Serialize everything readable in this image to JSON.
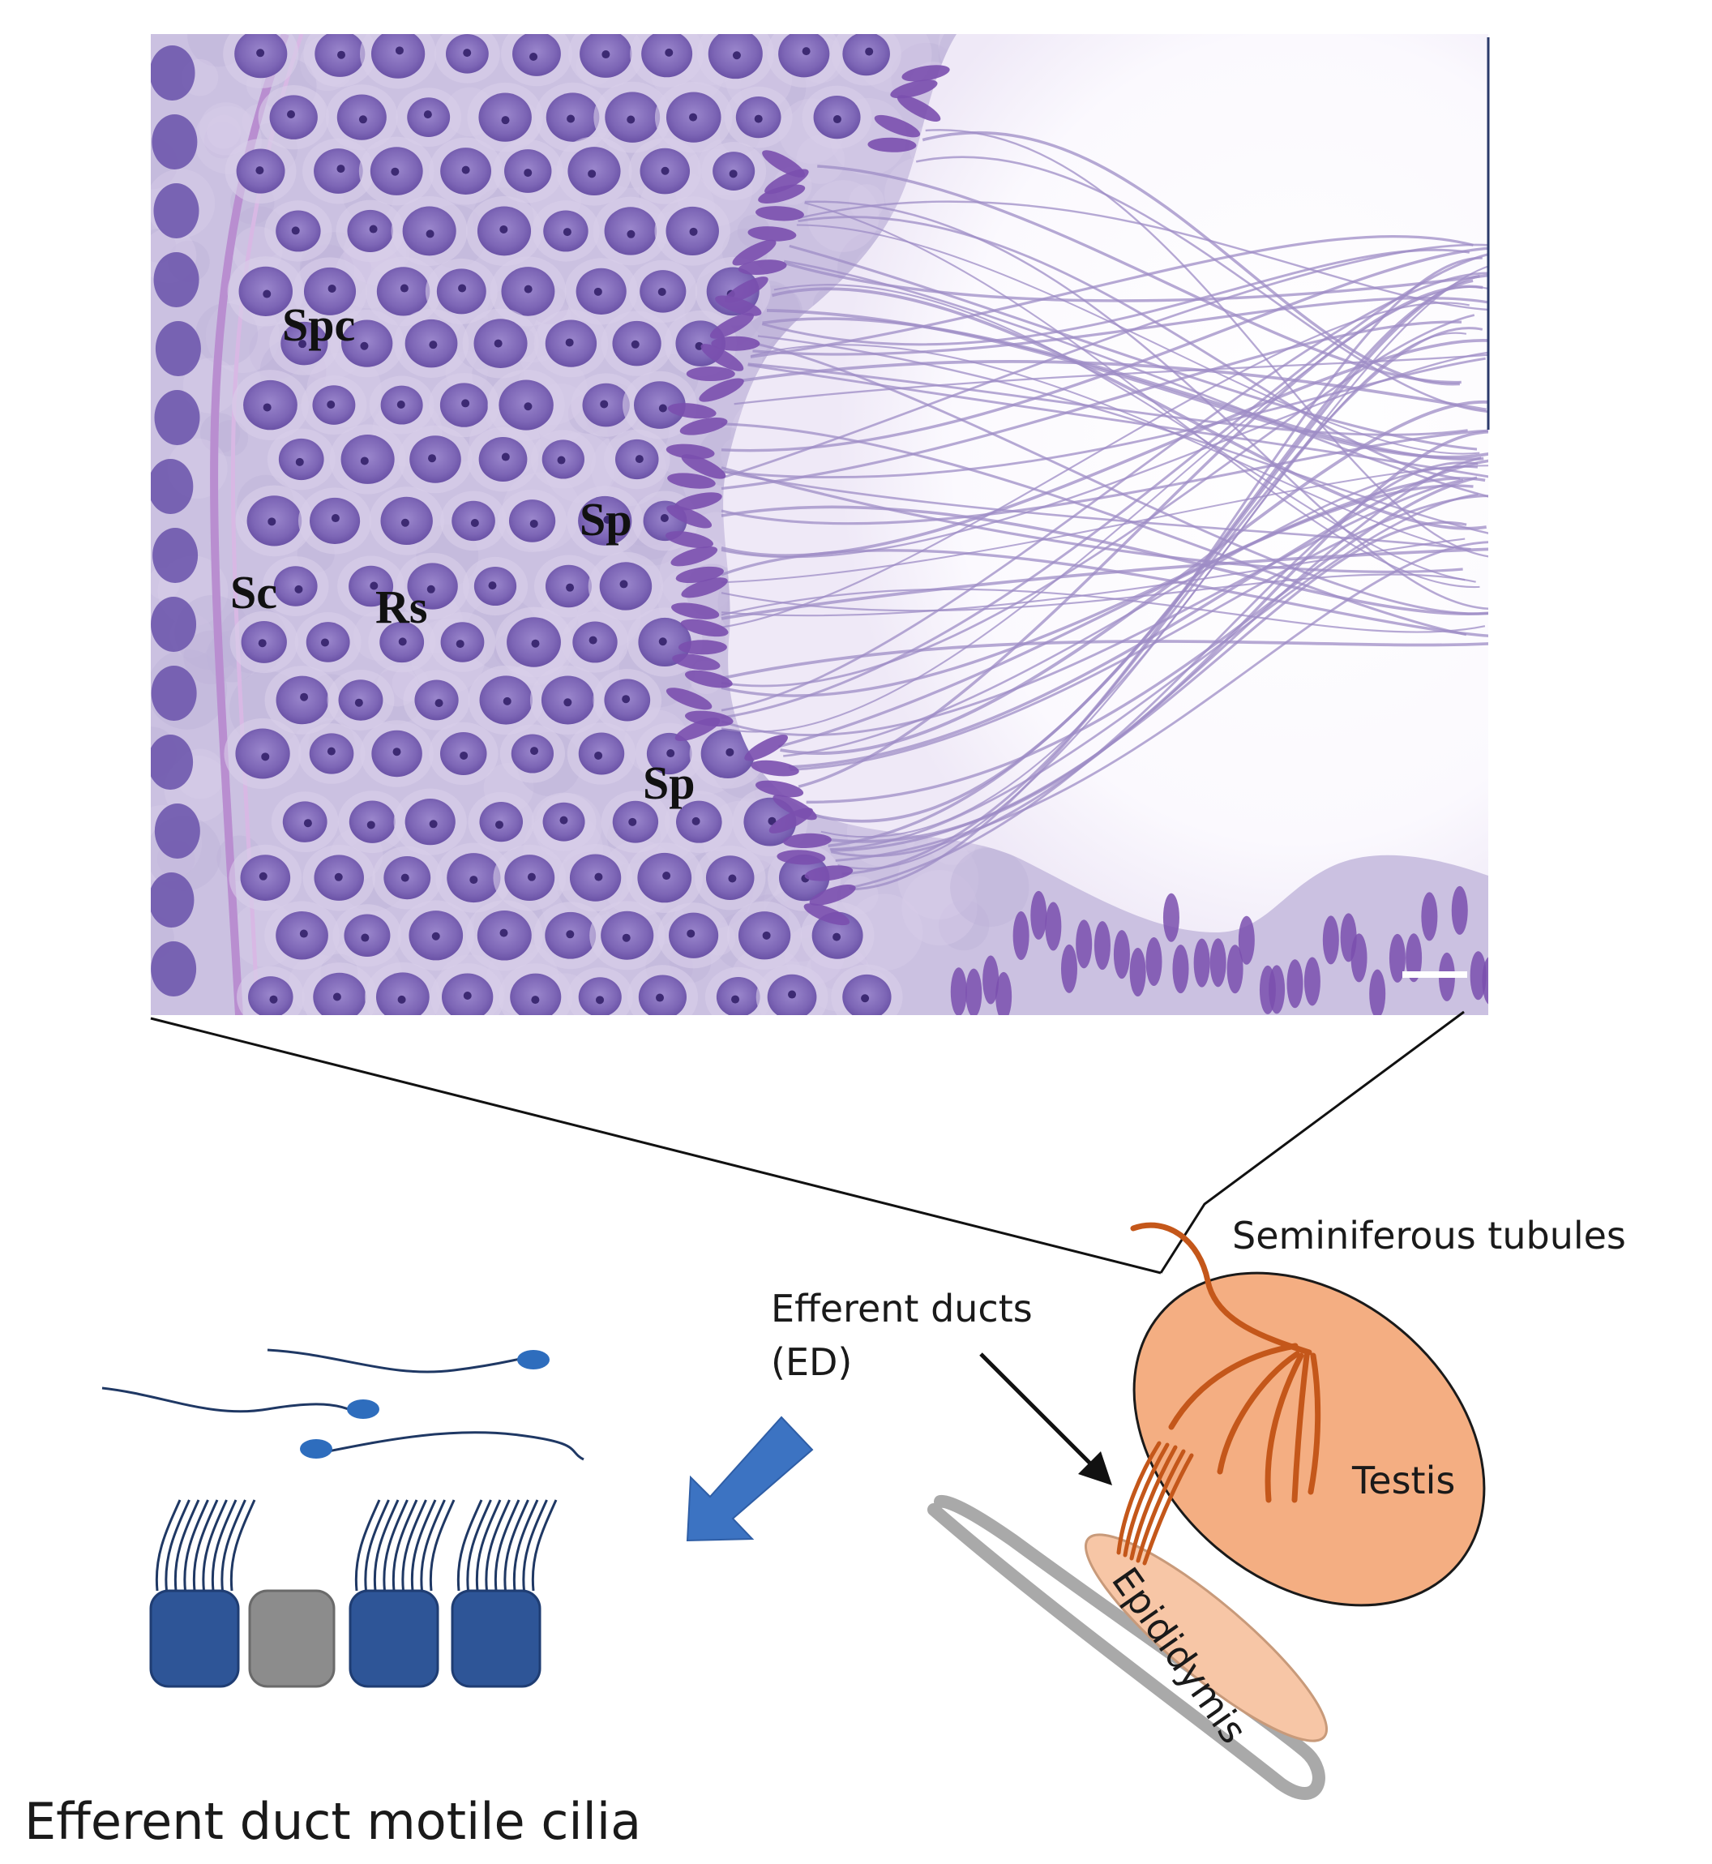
{
  "micrograph": {
    "labels": {
      "spc": "Spc",
      "sc": "Sc",
      "rs": "Rs",
      "sp_upper": "Sp",
      "sp_lower": "Sp"
    }
  },
  "anatomy": {
    "seminiferous_tubules": "Seminiferous tubules",
    "efferent_ducts_line1": "Efferent ducts",
    "efferent_ducts_line2": "(ED)",
    "testis": "Testis",
    "epididymis": "Epididymis"
  },
  "caption": "Efferent duct motile cilia",
  "colors": {
    "tissue_background": "#c9bfe0",
    "nucleus": "#8068b8",
    "sperm_head": "#7a4fae",
    "testis_fill": "#f4ae82",
    "testis_stroke": "#1a1a1a",
    "tubule": "#c4571a",
    "epididymis_fill": "#f7c6a6",
    "vas": "#a9a9a9",
    "ciliated_cell": "#2e5597",
    "non_ciliated_cell": "#8c8c8c",
    "cilia": "#1f3864",
    "sperm": "#2e6dbd",
    "arrow_blue": "#3c73c2"
  }
}
